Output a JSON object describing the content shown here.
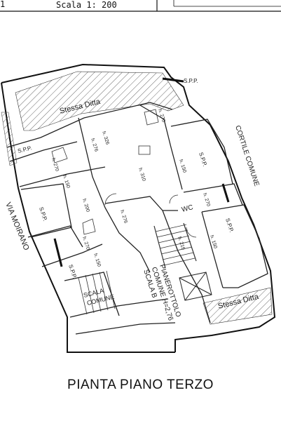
{
  "header": {
    "sheet_number": "1",
    "scale": "Scala 1: 200"
  },
  "plan": {
    "title": "PIANTA PIANO TERZO",
    "streets": {
      "left": "VIA MOIRANO",
      "right": "CORTILE COMUNE"
    },
    "neighbors": {
      "top": "Stessa Ditta",
      "bottom": "Stessa Ditta"
    },
    "markers": {
      "spp_top": "S.P.P."
    },
    "rooms": {
      "spp_upper_left": "S.P.P.",
      "spp_left": "S.P.P.",
      "spp_right_upper": "S.P.P.",
      "spp_right": "S.P.P.",
      "spp_lower_left": "S.P.P.",
      "wc": "WC",
      "stair": "SCALA\nCOMUNE",
      "landing": "PIANEROTTOLO\nCOMUNE H=2,76\nSCALA B"
    },
    "heights": {
      "h270_top": "h. 270",
      "h326": "h. 326",
      "h276_upper": "h. 276",
      "h270_left": "h. 270",
      "h150_left": "h. 150",
      "h310": "h. 310",
      "h150_right": "h. 150",
      "h200": "h. 200",
      "h276_lower": "h. 276",
      "h270_right": "h. 270",
      "h219": "h. 219",
      "h150_far_right": "h. 150",
      "h270_lower": "h. 270",
      "h150_lower": "h. 150"
    }
  }
}
